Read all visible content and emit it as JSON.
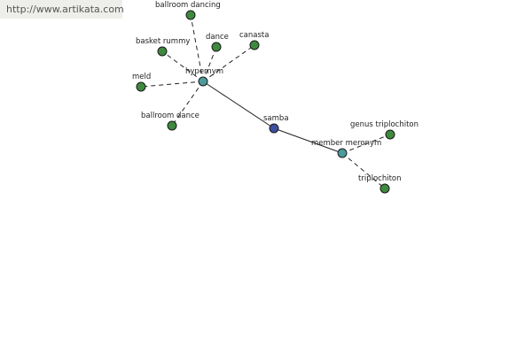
{
  "source": {
    "label": "http://www.artikata.com"
  },
  "colors": {
    "center_node": "#3d4f9e",
    "relation_node": "#4d9a9c",
    "leaf_node": "#3e8a3e",
    "edge": "#222222",
    "source_bg": "#eeeeea"
  },
  "graph": {
    "nodes": [
      {
        "id": "samba",
        "label": "samba",
        "kind": "center"
      },
      {
        "id": "hypernym",
        "label": "hypernym",
        "kind": "relation"
      },
      {
        "id": "member-meronym",
        "label": "member meronym",
        "kind": "relation"
      },
      {
        "id": "ballroom-dancing",
        "label": "ballroom dancing",
        "kind": "leaf"
      },
      {
        "id": "basket-rummy",
        "label": "basket rummy",
        "kind": "leaf"
      },
      {
        "id": "dance",
        "label": "dance",
        "kind": "leaf"
      },
      {
        "id": "canasta",
        "label": "canasta",
        "kind": "leaf"
      },
      {
        "id": "meld",
        "label": "meld",
        "kind": "leaf"
      },
      {
        "id": "ballroom-dance",
        "label": "ballroom dance",
        "kind": "leaf"
      },
      {
        "id": "genus-triplochiton",
        "label": "genus triplochiton",
        "kind": "leaf"
      },
      {
        "id": "triplochiton",
        "label": "triplochiton",
        "kind": "leaf"
      }
    ],
    "edges": [
      {
        "from": "samba",
        "to": "hypernym",
        "style": "solid"
      },
      {
        "from": "samba",
        "to": "member-meronym",
        "style": "solid"
      },
      {
        "from": "hypernym",
        "to": "ballroom-dancing",
        "style": "dashed"
      },
      {
        "from": "hypernym",
        "to": "basket-rummy",
        "style": "dashed"
      },
      {
        "from": "hypernym",
        "to": "dance",
        "style": "dashed"
      },
      {
        "from": "hypernym",
        "to": "canasta",
        "style": "dashed"
      },
      {
        "from": "hypernym",
        "to": "meld",
        "style": "dashed"
      },
      {
        "from": "hypernym",
        "to": "ballroom-dance",
        "style": "dashed"
      },
      {
        "from": "member-meronym",
        "to": "genus-triplochiton",
        "style": "dashed"
      },
      {
        "from": "member-meronym",
        "to": "triplochiton",
        "style": "dashed"
      }
    ]
  }
}
